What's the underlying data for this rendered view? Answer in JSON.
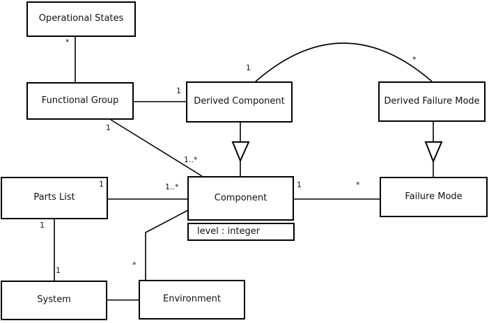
{
  "diagram": {
    "type": "uml-class-diagram",
    "background_color": "#ffffff",
    "line_color": "#000000",
    "classes": [
      {
        "id": "operational-states",
        "label": "Operational States"
      },
      {
        "id": "functional-group",
        "label": "Functional Group"
      },
      {
        "id": "derived-component",
        "label": "Derived Component"
      },
      {
        "id": "derived-failure-mode",
        "label": "Derived Failure Mode"
      },
      {
        "id": "component",
        "label": "Component",
        "attributes": [
          "level : integer"
        ]
      },
      {
        "id": "parts-list",
        "label": "Parts List"
      },
      {
        "id": "failure-mode",
        "label": "Failure Mode"
      },
      {
        "id": "system",
        "label": "System"
      },
      {
        "id": "environment",
        "label": "Environment"
      }
    ],
    "relationships": [
      {
        "from": "operational-states",
        "to": "functional-group",
        "type": "association",
        "from_end": "*",
        "to_end": ""
      },
      {
        "from": "functional-group",
        "to": "derived-component",
        "type": "association",
        "from_end": "",
        "to_end": "1"
      },
      {
        "from": "functional-group",
        "to": "component",
        "type": "association",
        "from_end": "1",
        "to_end": "1..*"
      },
      {
        "from": "derived-component",
        "to": "derived-failure-mode",
        "type": "association (curved)",
        "from_end": "1",
        "to_end": "*"
      },
      {
        "from": "derived-component",
        "to": "component",
        "type": "generalization",
        "arrow": "hollow-triangle toward component"
      },
      {
        "from": "derived-failure-mode",
        "to": "failure-mode",
        "type": "generalization",
        "arrow": "hollow-triangle toward failure-mode"
      },
      {
        "from": "parts-list",
        "to": "component",
        "type": "association",
        "from_end": "1",
        "to_end": "1..*"
      },
      {
        "from": "component",
        "to": "failure-mode",
        "type": "association",
        "from_end": "1",
        "to_end": "*"
      },
      {
        "from": "parts-list",
        "to": "system",
        "type": "association",
        "from_end": "1",
        "to_end": "1"
      },
      {
        "from": "component",
        "to": "environment",
        "type": "association (bent)",
        "from_end": "",
        "to_end": "*"
      },
      {
        "from": "system",
        "to": "environment",
        "type": "association",
        "from_end": "",
        "to_end": ""
      }
    ],
    "multiplicity_labels": [
      {
        "text": "*"
      },
      {
        "text": "1"
      },
      {
        "text": "1"
      },
      {
        "text": "1..*"
      },
      {
        "text": "1"
      },
      {
        "text": "*"
      },
      {
        "text": "1"
      },
      {
        "text": "1..*"
      },
      {
        "text": "1"
      },
      {
        "text": "*"
      },
      {
        "text": "1"
      },
      {
        "text": "1"
      },
      {
        "text": "*"
      }
    ]
  }
}
